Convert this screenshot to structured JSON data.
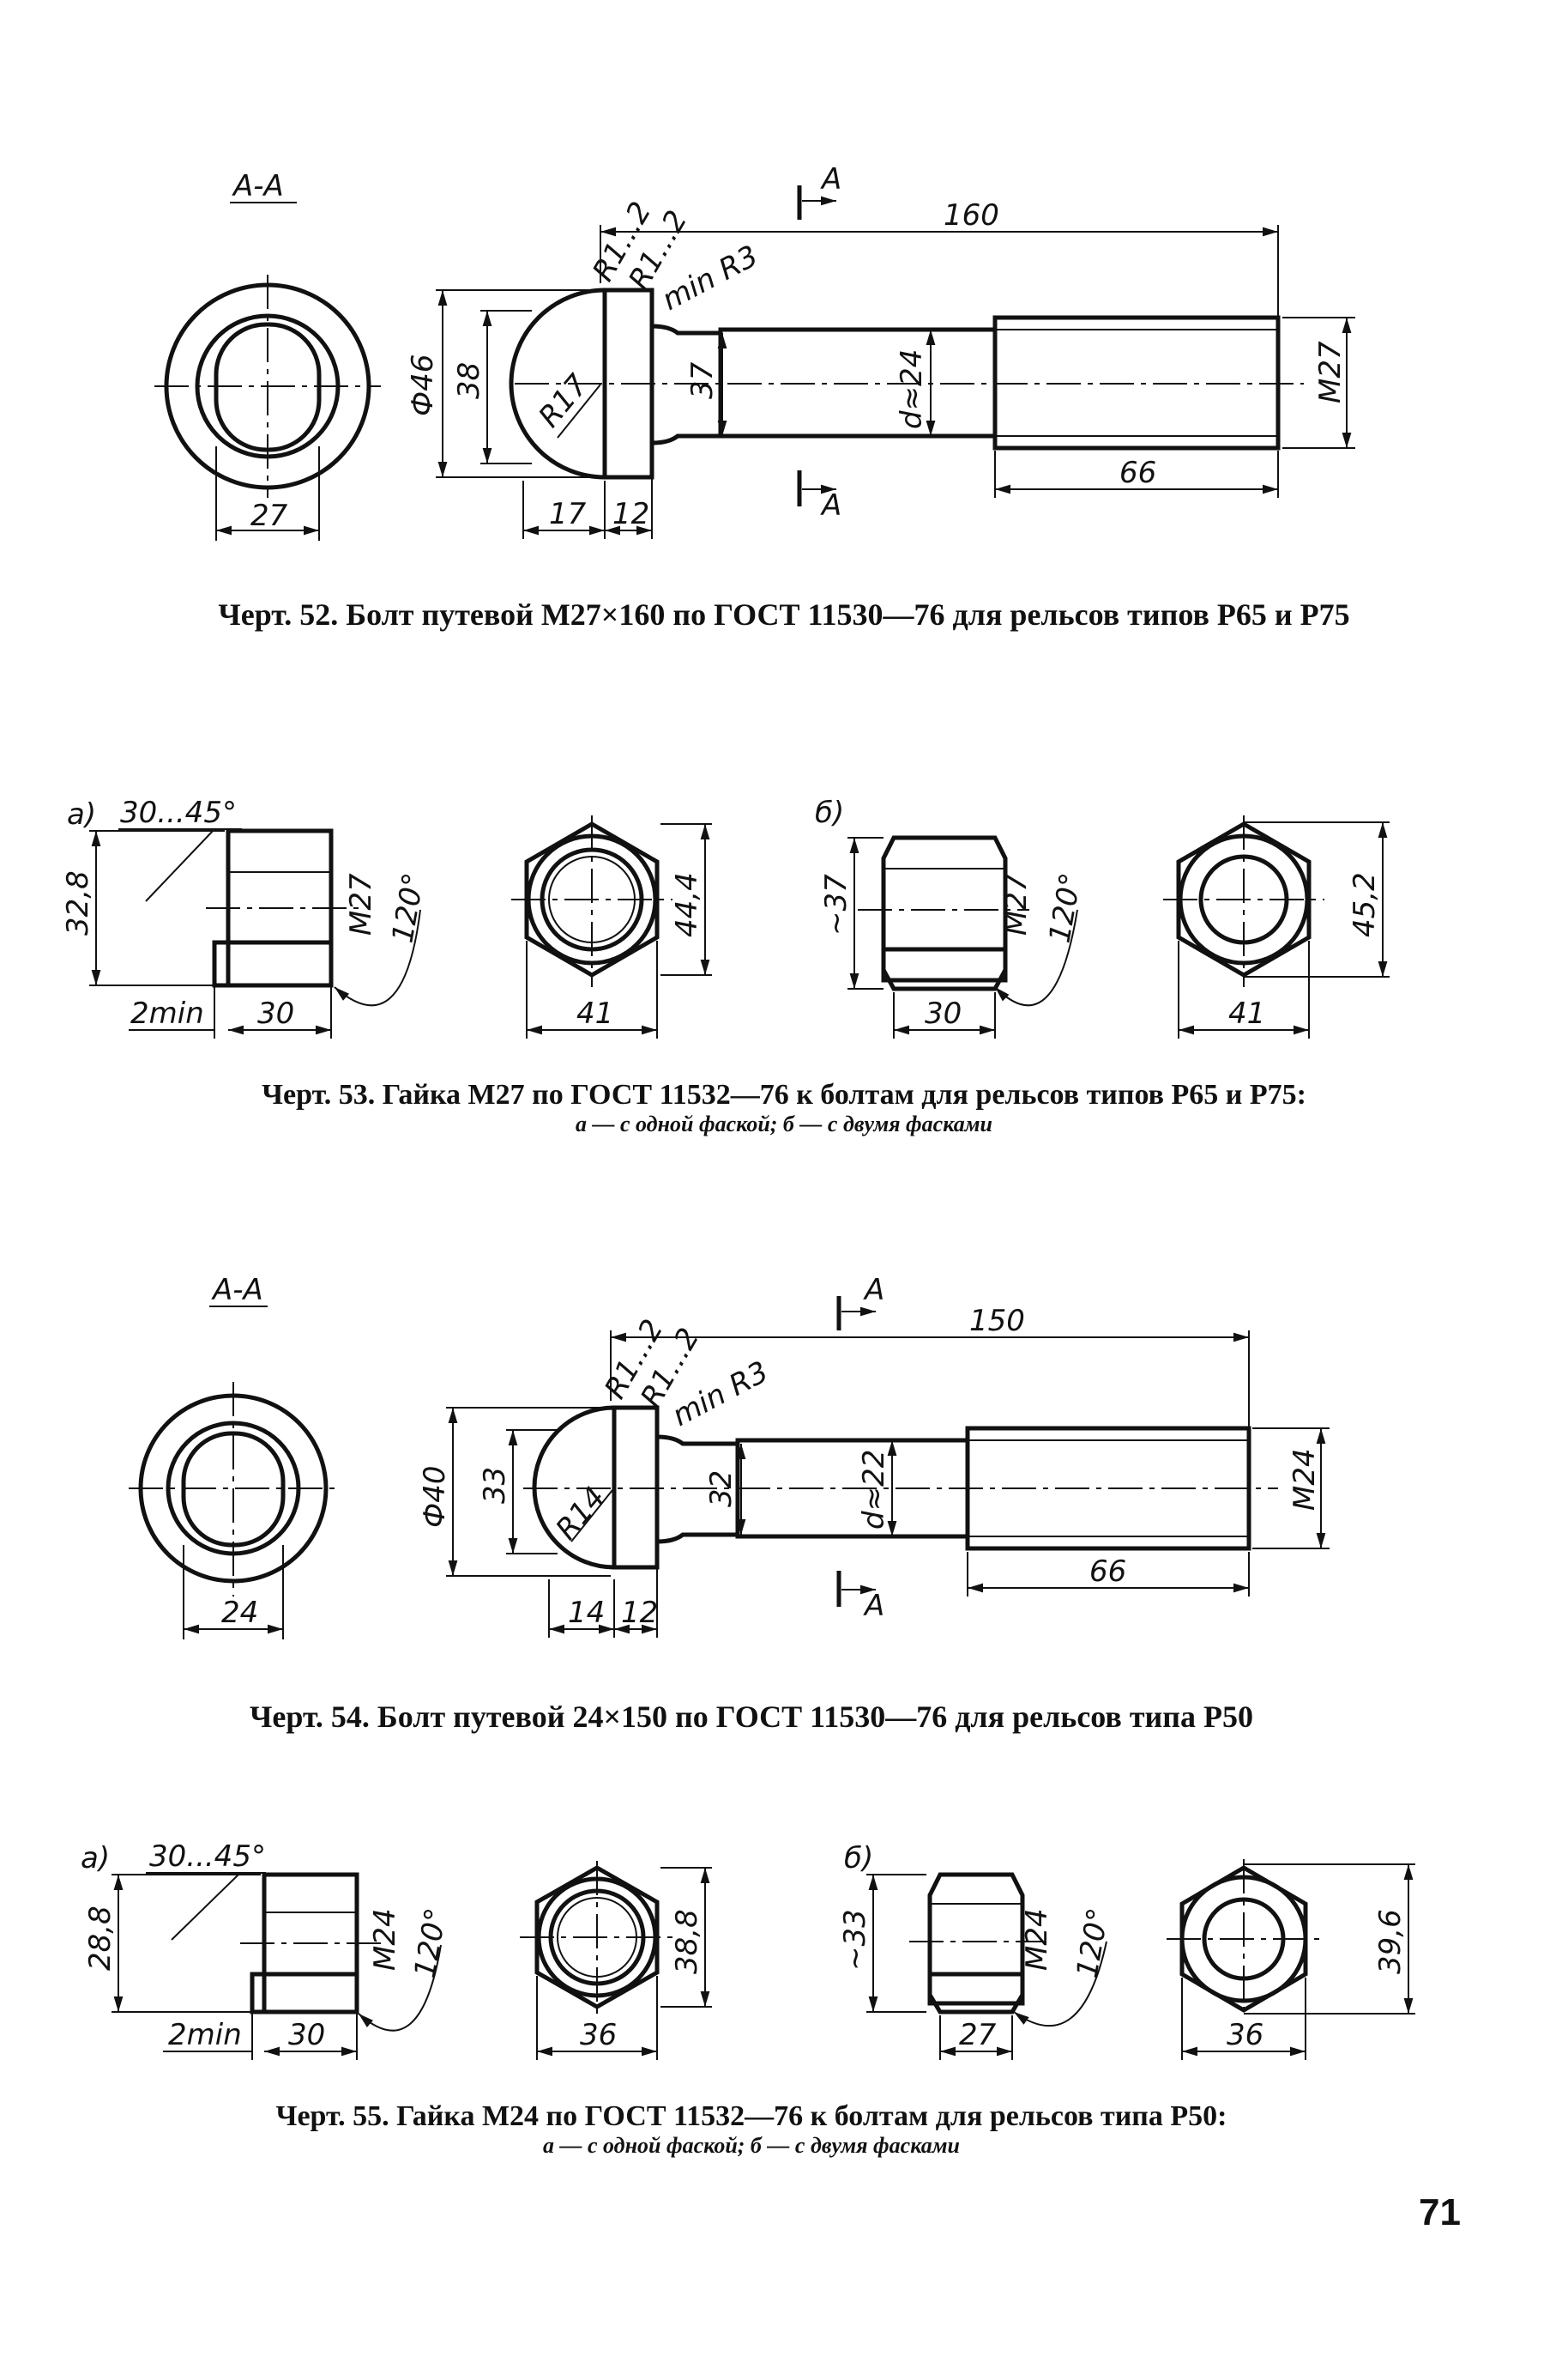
{
  "fig52": {
    "section": "А-А",
    "cut": "А",
    "dims": {
      "length": "160",
      "head_radius_fillet_1": "R1...2",
      "head_radius_fillet_2": "R1...2",
      "min_radius": "min R3",
      "head_diameter": "Ф46",
      "head_height": "38",
      "neck": "37",
      "shank": "d≈24",
      "thread": "M27",
      "head_radius": "R17",
      "thread_len": "66",
      "head_w": "17",
      "neck_w": "12",
      "section_w": "27"
    },
    "caption": "Черт. 52. Болт путевой М27×160 по ГОСТ 11530—76 для рельсов типов Р65 и Р75"
  },
  "fig53": {
    "a_label": "а)",
    "b_label": "б)",
    "chamfer": "30...45°",
    "a_dims": {
      "height": "32,8",
      "thread": "M27",
      "angle": "120°",
      "min": "2min",
      "width": "30"
    },
    "hex_a": {
      "flat": "44,4",
      "width": "41"
    },
    "b_dims": {
      "height": "~37",
      "thread": "M27",
      "angle": "120°",
      "width": "30"
    },
    "hex_b": {
      "flat": "45,2",
      "width": "41"
    },
    "caption": "Черт. 53. Гайка М27 по ГОСТ 11532—76 к болтам для рельсов типов Р65 и Р75:",
    "subcaption": "а — с одной фаской; б — с двумя фасками"
  },
  "fig54": {
    "section": "А-А",
    "cut": "А",
    "dims": {
      "length": "150",
      "head_radius_fillet_1": "R1...2",
      "head_radius_fillet_2": "R1...2",
      "min_radius": "min R3",
      "head_diameter": "Ф40",
      "head_height": "33",
      "neck": "32",
      "shank": "d≈22",
      "thread": "M24",
      "head_radius": "R14",
      "thread_len": "66",
      "head_w": "14",
      "neck_w": "12",
      "section_w": "24"
    },
    "caption": "Черт. 54. Болт путевой 24×150 по ГОСТ 11530—76 для рельсов типа Р50"
  },
  "fig55": {
    "a_label": "а)",
    "b_label": "б)",
    "chamfer": "30...45°",
    "a_dims": {
      "height": "28,8",
      "thread": "M24",
      "angle": "120°",
      "min": "2min",
      "width": "30"
    },
    "hex_a": {
      "flat": "38,8",
      "width": "36"
    },
    "b_dims": {
      "height": "~33",
      "thread": "M24",
      "angle": "120°",
      "width": "27"
    },
    "hex_b": {
      "flat": "39,6",
      "width": "36"
    },
    "caption": "Черт. 55. Гайка М24 по ГОСТ 11532—76 к болтам для рельсов типа Р50:",
    "subcaption": "а — с одной фаской; б — с двумя фасками"
  },
  "page_number": "71"
}
